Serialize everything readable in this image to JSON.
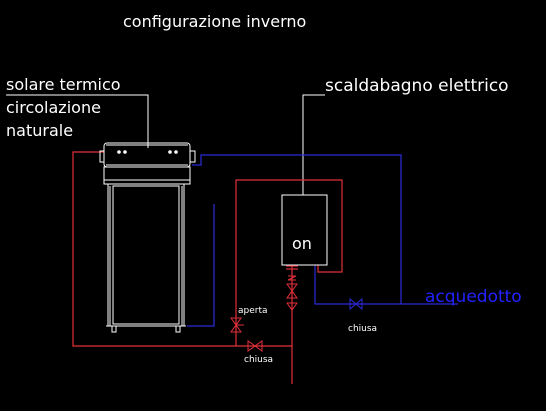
{
  "title": "configurazione inverno",
  "solar": {
    "label_line1": "solare termico",
    "label_line2": "circolazione",
    "label_line3": "naturale"
  },
  "boiler": {
    "label": "scaldabagno elettrico",
    "state": "on"
  },
  "mains": {
    "label": "acquedotto"
  },
  "valves": {
    "open_label": "aperta",
    "closed_label_bottom": "chiusa",
    "closed_label_right": "chiusa"
  },
  "colors": {
    "background": "#000000",
    "hot_pipe": "#e0303a",
    "cold_pipe": "#2b2bd8",
    "line": "#ffffff",
    "mains_text": "#2222ff"
  }
}
